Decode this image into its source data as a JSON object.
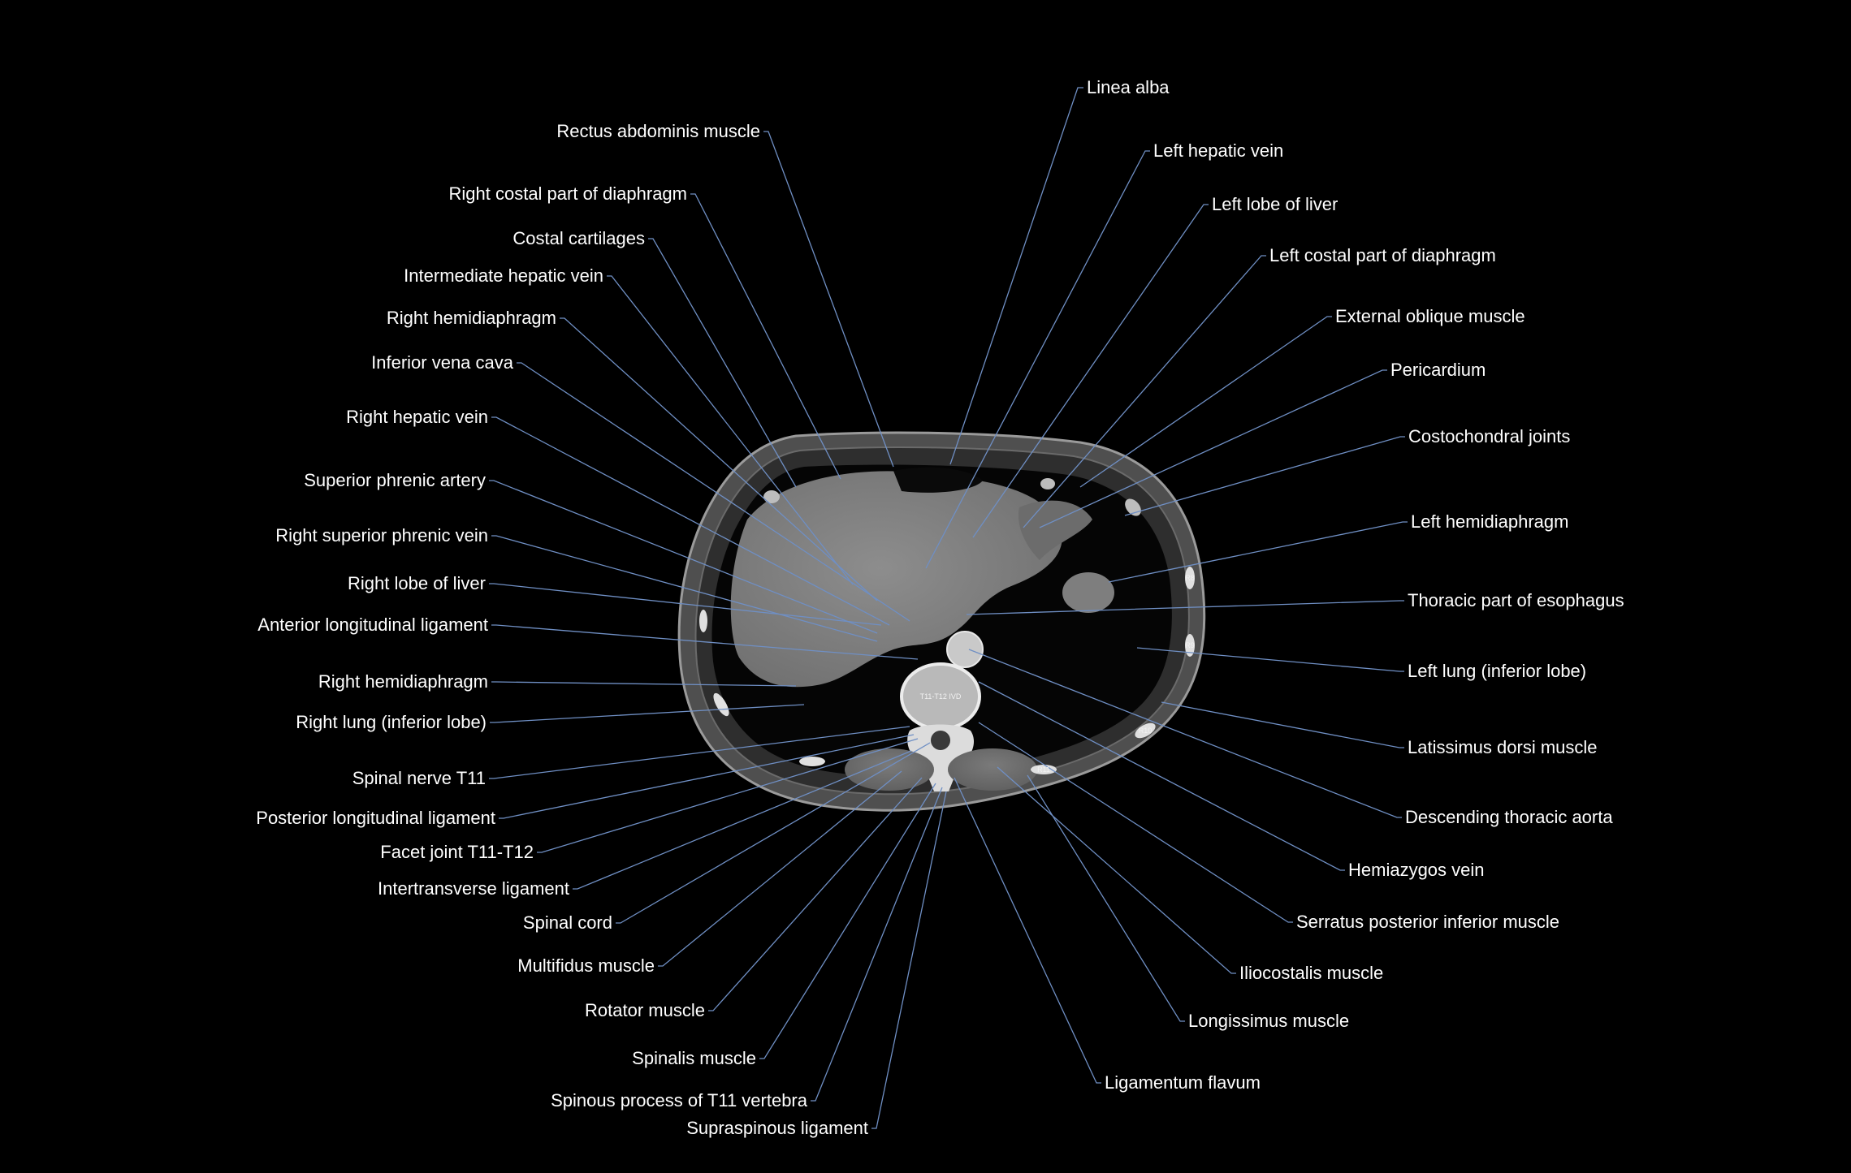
{
  "scan": {
    "vertebra_tag": "T11-T12 IVD",
    "rib_tags": [
      "R8",
      "R9",
      "R10",
      "R11"
    ]
  },
  "labels": [
    {
      "text": "Linea alba",
      "side": "right"
    },
    {
      "text": "Left hepatic vein",
      "side": "right"
    },
    {
      "text": "Left lobe of liver",
      "side": "right"
    },
    {
      "text": "Left costal part of diaphragm",
      "side": "right"
    },
    {
      "text": "External oblique muscle",
      "side": "right"
    },
    {
      "text": "Pericardium",
      "side": "right"
    },
    {
      "text": "Costochondral joints",
      "side": "right"
    },
    {
      "text": "Left hemidiaphragm",
      "side": "right"
    },
    {
      "text": "Thoracic part of esophagus",
      "side": "right"
    },
    {
      "text": "Left lung (inferior lobe)",
      "side": "right"
    },
    {
      "text": "Latissimus dorsi muscle",
      "side": "right"
    },
    {
      "text": "Descending thoracic aorta",
      "side": "right"
    },
    {
      "text": "Hemiazygos vein",
      "side": "right"
    },
    {
      "text": "Serratus posterior inferior muscle",
      "side": "right"
    },
    {
      "text": "Iliocostalis muscle",
      "side": "right"
    },
    {
      "text": "Longissimus muscle",
      "side": "right"
    },
    {
      "text": "Ligamentum flavum",
      "side": "right"
    },
    {
      "text": "Rectus abdominis muscle",
      "side": "left"
    },
    {
      "text": "Right costal part of diaphragm",
      "side": "left"
    },
    {
      "text": "Costal cartilages",
      "side": "left"
    },
    {
      "text": "Intermediate hepatic vein",
      "side": "left"
    },
    {
      "text": "Right hemidiaphragm",
      "side": "left"
    },
    {
      "text": "Inferior vena cava",
      "side": "left"
    },
    {
      "text": "Right hepatic vein",
      "side": "left"
    },
    {
      "text": "Superior phrenic artery",
      "side": "left"
    },
    {
      "text": "Right superior phrenic vein",
      "side": "left"
    },
    {
      "text": "Right lobe of liver",
      "side": "left"
    },
    {
      "text": "Anterior longitudinal ligament",
      "side": "left"
    },
    {
      "text": "Right hemidiaphragm",
      "side": "left"
    },
    {
      "text": "Right lung (inferior lobe)",
      "side": "left"
    },
    {
      "text": "Spinal nerve T11",
      "side": "left"
    },
    {
      "text": "Posterior longitudinal ligament",
      "side": "left"
    },
    {
      "text": "Facet joint T11-T12",
      "side": "left"
    },
    {
      "text": "Intertransverse ligament",
      "side": "left"
    },
    {
      "text": "Spinal cord",
      "side": "left"
    },
    {
      "text": "Multifidus muscle",
      "side": "left"
    },
    {
      "text": "Rotator muscle",
      "side": "left"
    },
    {
      "text": "Spinalis muscle",
      "side": "left"
    },
    {
      "text": "Spinous process of T11 vertebra",
      "side": "left"
    },
    {
      "text": "Supraspinous ligament",
      "side": "left"
    }
  ],
  "colors": {
    "background": "#000000",
    "label_text": "#ffffff",
    "leader_line": "#6f8fc4"
  }
}
